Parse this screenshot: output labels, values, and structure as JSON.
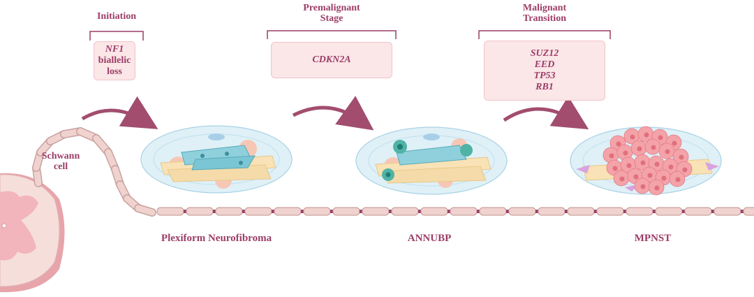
{
  "stages": [
    {
      "title": "Initiation"
    },
    {
      "title_line1": "Premalignant",
      "title_line2": "Stage"
    },
    {
      "title_line1": "Malignant",
      "title_line2": "Transition"
    }
  ],
  "genes": {
    "initiation": {
      "gene": "NF1",
      "line2": "biallelic",
      "line3": "loss"
    },
    "premalignant": {
      "gene": "CDKN2A"
    },
    "malignant": [
      "SUZ12",
      "EED",
      "TP53",
      "RB1"
    ]
  },
  "labels": {
    "schwann_line1": "Schwann",
    "schwann_line2": "cell",
    "tumor1": "Plexiform Neurofibroma",
    "tumor2": "ANNUBP",
    "tumor3": "MPNST"
  },
  "colors": {
    "text": "#9c3d67",
    "box_fill": "#fbe6e8",
    "nerve_fill": "#ecc9c7",
    "arrow": "#a24d6e"
  }
}
